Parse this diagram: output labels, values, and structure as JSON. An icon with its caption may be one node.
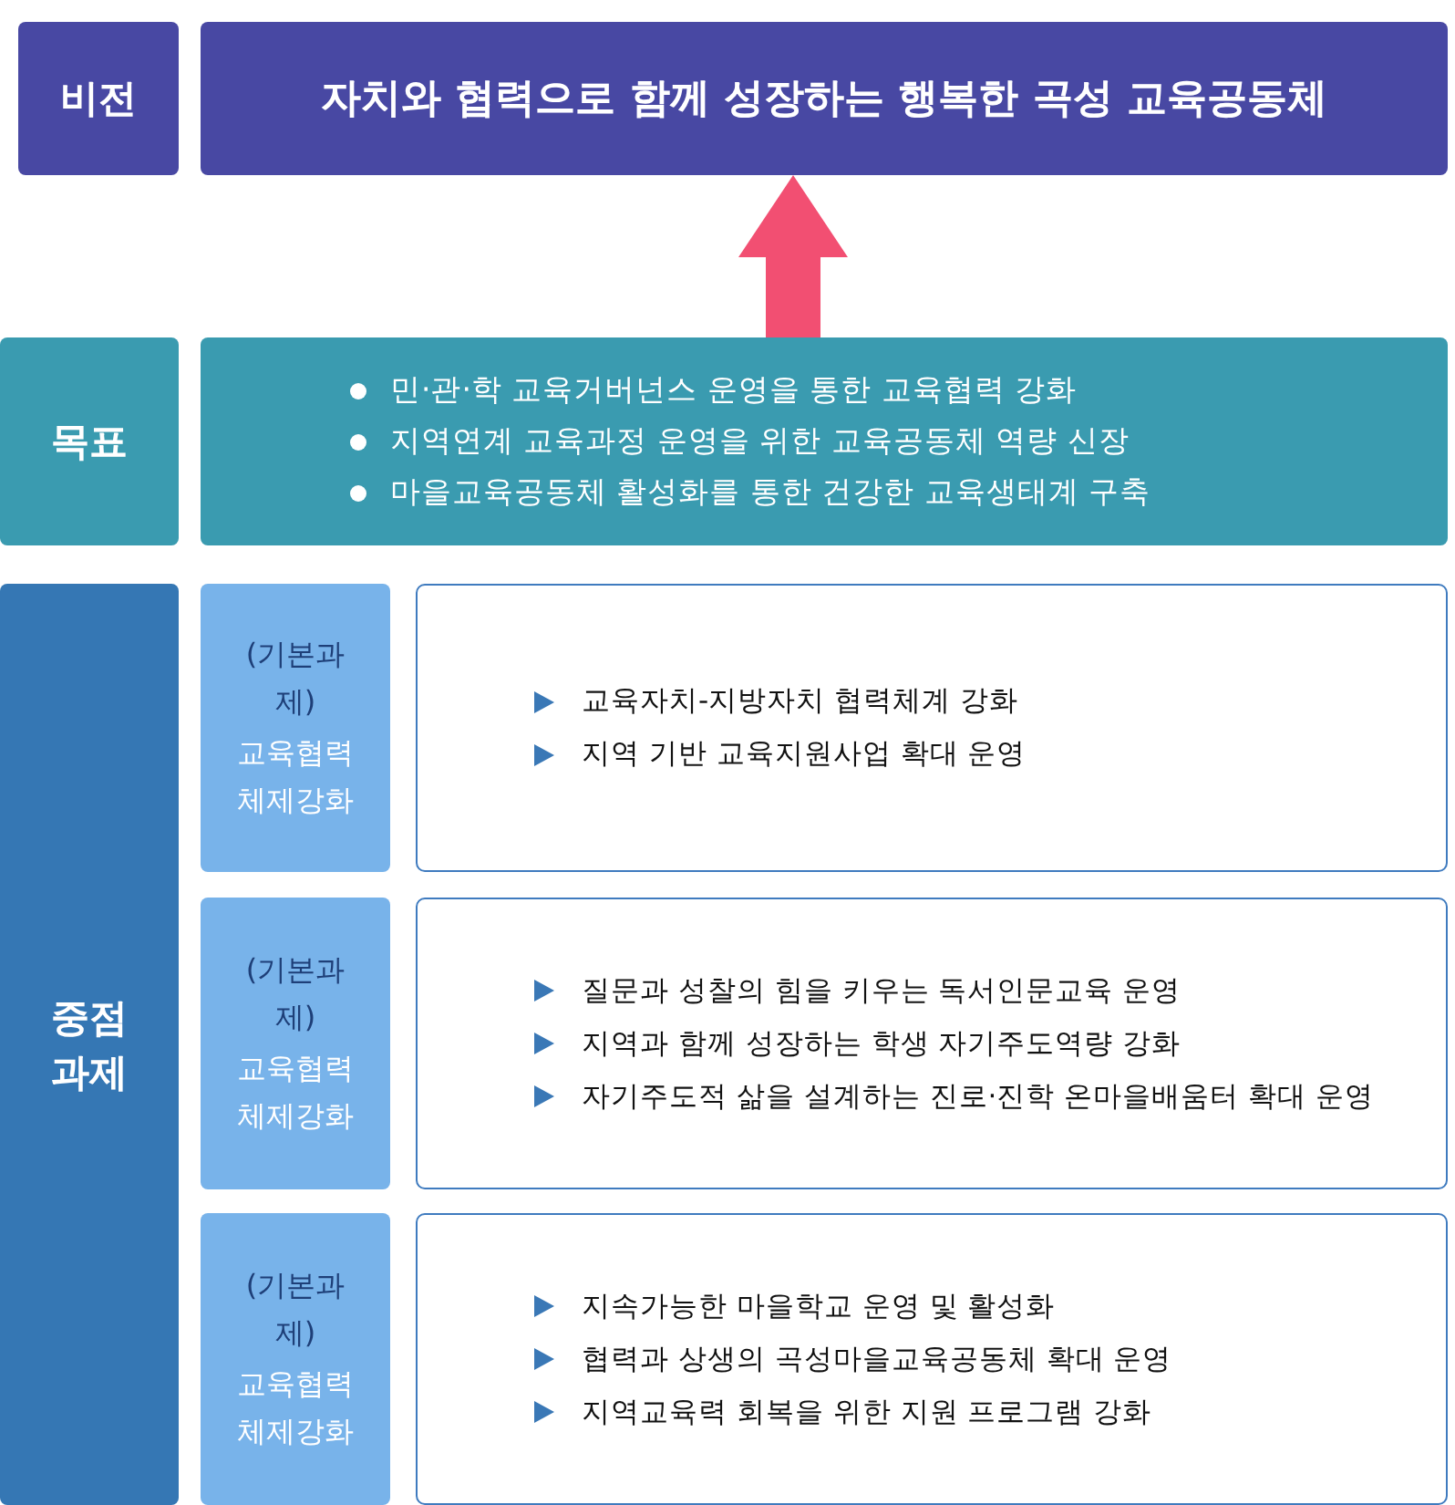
{
  "diagram": {
    "nodes": [
      {
        "text": [
          "비전"
        ]
      },
      {
        "text": [
          "자치와 협력으로 함께 성장하는 행복한 곡성 교육공동체"
        ]
      },
      {
        "text": [
          "목표"
        ]
      },
      {
        "text": [
          "민·관·학 교육거버넌스 운영을 통한 교육협력 강화",
          "지역연계 교육과정 운영을 위한 교육공동체 역량 신장",
          "마을교육공동체 활성화를 통한 건강한 교육생태계 구축"
        ]
      },
      {
        "text": [
          "중점과제"
        ]
      },
      {
        "text": [
          "(기본과제)",
          "교육협력 체제강화"
        ]
      },
      {
        "text": [
          "교육자치-지방자치 협력체계 강화",
          "지역 기반 교육지원사업 확대 운영"
        ]
      },
      {
        "text": [
          "(기본과제)",
          "교육협력 체제강화"
        ]
      },
      {
        "text": [
          "질문과 성찰의 힘을 키우는 독서인문교육 운영",
          "지역과 함께 성장하는 학생 자기주도역량 강화",
          "자기주도적 삶을 설계하는 진로·진학 온마을배움터 확대 운영"
        ]
      },
      {
        "text": [
          "(기본과제)",
          "교육협력 체제강화"
        ]
      },
      {
        "text": [
          "지속가능한 마을학교 운영 및 활성화",
          "협력과 상생의 곡성마을교육공동체 확대 운영",
          "지역교육력 회복을 위한 지원 프로그램 강화"
        ]
      }
    ],
    "edges": [
      {
        "from": 3,
        "to": 1,
        "arrow": "to"
      }
    ]
  }
}
